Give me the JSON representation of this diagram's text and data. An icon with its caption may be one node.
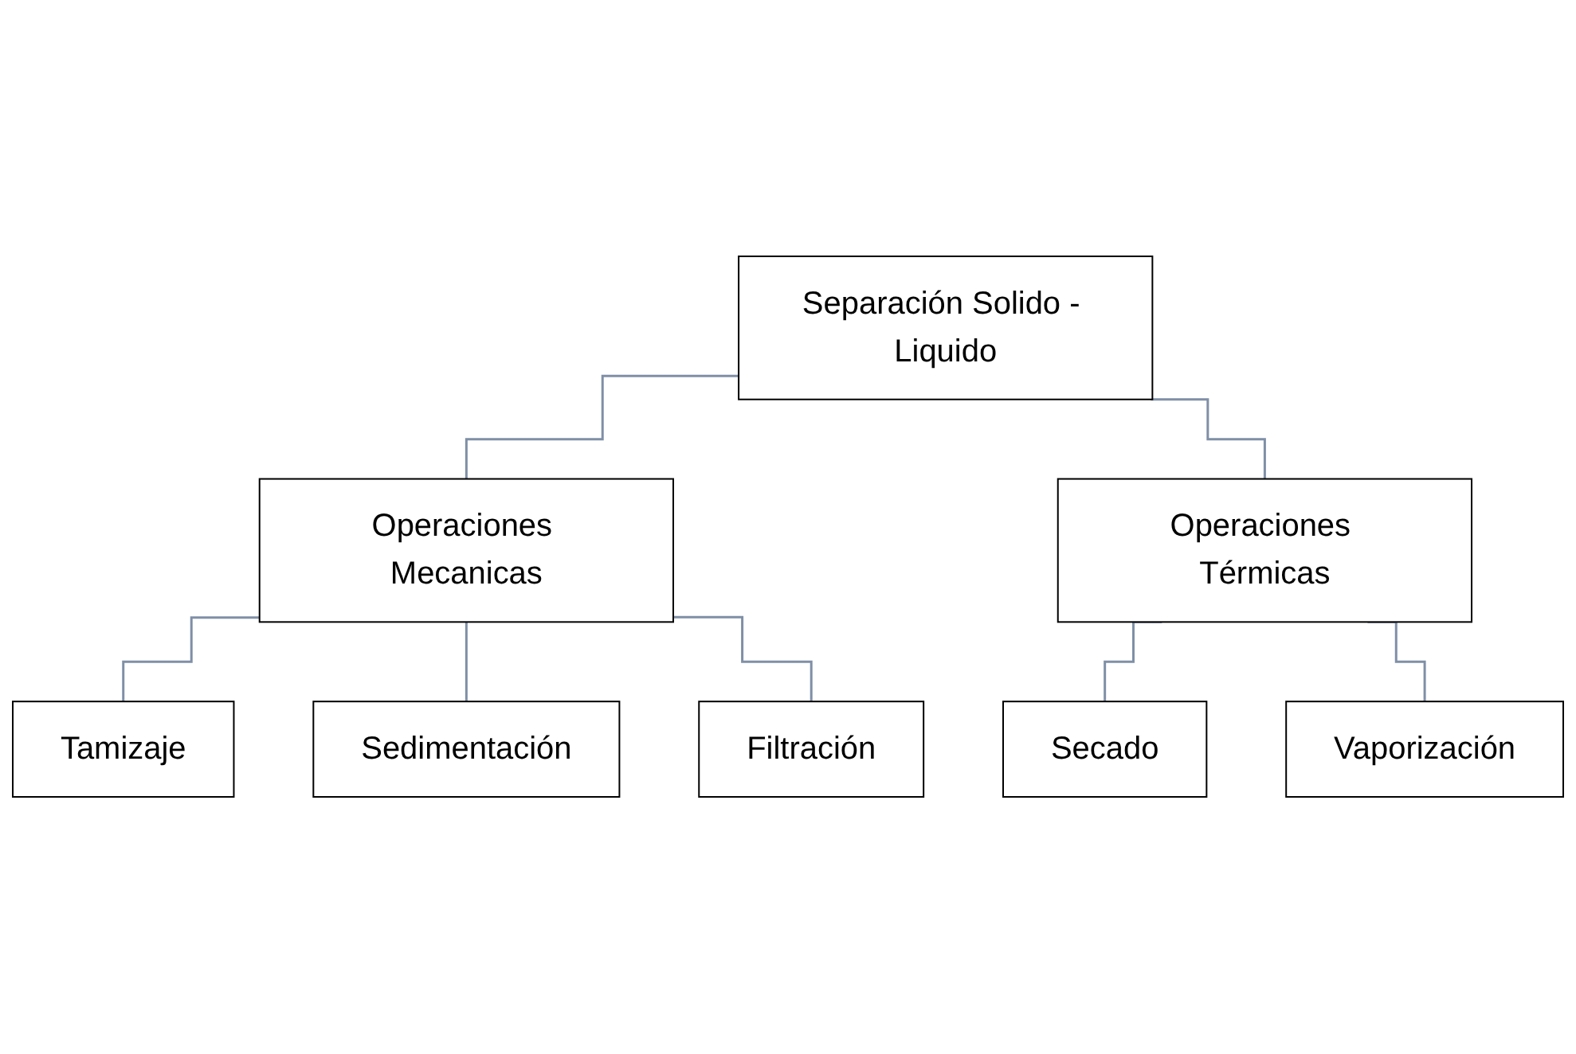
{
  "diagram": {
    "nodes": [
      {
        "text": [
          "Separación Solido - Liquido"
        ]
      },
      {
        "text": [
          "Operaciones Mecanicas"
        ]
      },
      {
        "text": [
          "Operaciones Térmicas"
        ]
      },
      {
        "text": [
          "Tamizaje"
        ]
      },
      {
        "text": [
          "Sedimentación"
        ]
      },
      {
        "text": [
          "Filtración"
        ]
      },
      {
        "text": [
          "Secado"
        ]
      },
      {
        "text": [
          "Vaporización"
        ]
      }
    ],
    "edges": [
      {
        "from": 0,
        "to": 1,
        "arrow": "none"
      },
      {
        "from": 0,
        "to": 2,
        "arrow": "none"
      },
      {
        "from": 1,
        "to": 3,
        "arrow": "none"
      },
      {
        "from": 1,
        "to": 4,
        "arrow": "none"
      },
      {
        "from": 1,
        "to": 5,
        "arrow": "none"
      },
      {
        "from": 2,
        "to": 6,
        "arrow": "none"
      },
      {
        "from": 2,
        "to": 7,
        "arrow": "none"
      }
    ]
  }
}
